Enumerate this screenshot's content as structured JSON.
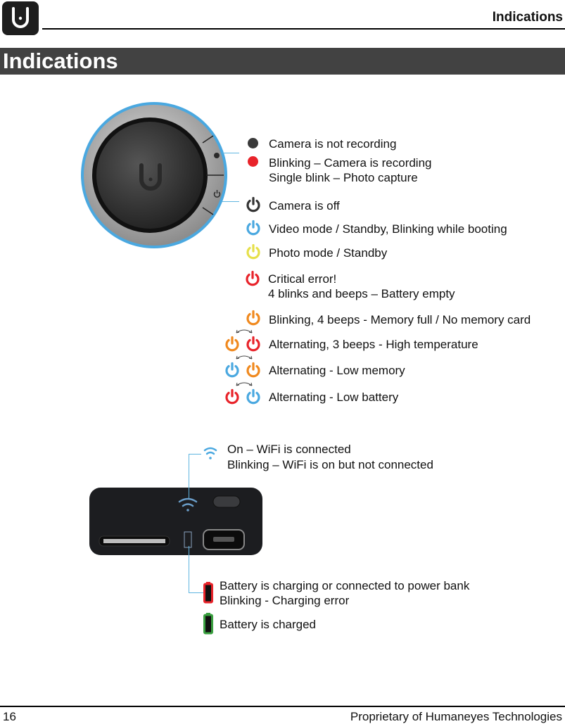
{
  "header": {
    "logo_icon": "humaneyes-u-logo",
    "title": "Indications"
  },
  "section": {
    "title": "Indications"
  },
  "camera_button": {
    "indicators": [
      {
        "icon": "dot",
        "color": "#3a3a3a",
        "lines": [
          "Camera is not recording"
        ]
      },
      {
        "icon": "dot",
        "color": "#e8232a",
        "lines": [
          "Blinking – Camera is recording",
          "Single blink – Photo capture"
        ]
      },
      {
        "icon": "power",
        "color": "#333333",
        "lines": [
          "Camera is off"
        ]
      },
      {
        "icon": "power",
        "color": "#4aa8e0",
        "lines": [
          "Video mode / Standby, Blinking while booting"
        ]
      },
      {
        "icon": "power",
        "color": "#e6e04a",
        "lines": [
          "Photo mode / Standby"
        ]
      },
      {
        "icon": "power",
        "color": "#e8232a",
        "lines": [
          "Critical error!",
          "4 blinks and beeps – Battery empty"
        ]
      },
      {
        "icon": "power",
        "color": "#f0891e",
        "lines": [
          "Blinking, 4 beeps - Memory full / No memory card"
        ]
      },
      {
        "icon": "power-alternating",
        "colors": [
          "#f0891e",
          "#e8232a"
        ],
        "lines": [
          "Alternating, 3 beeps - High temperature"
        ]
      },
      {
        "icon": "power-alternating",
        "colors": [
          "#4aa8e0",
          "#f0891e"
        ],
        "lines": [
          "Alternating - Low memory"
        ]
      },
      {
        "icon": "power-alternating",
        "colors": [
          "#e8232a",
          "#4aa8e0"
        ],
        "lines": [
          "Alternating - Low battery"
        ]
      }
    ]
  },
  "side_panel": {
    "wifi": {
      "icon": "wifi",
      "color": "#4aa8e0",
      "lines": [
        "On – WiFi is connected",
        "Blinking – WiFi is on but not connected"
      ]
    },
    "battery_charging": {
      "icon": "battery",
      "color": "#e8232a",
      "lines": [
        "Battery is charging or connected to power bank",
        "Blinking - Charging error"
      ]
    },
    "battery_charged": {
      "icon": "battery",
      "color": "#3aa040",
      "lines": [
        "Battery is charged"
      ]
    }
  },
  "footer": {
    "page_number": "16",
    "text": "Proprietary of Humaneyes Technologies"
  }
}
